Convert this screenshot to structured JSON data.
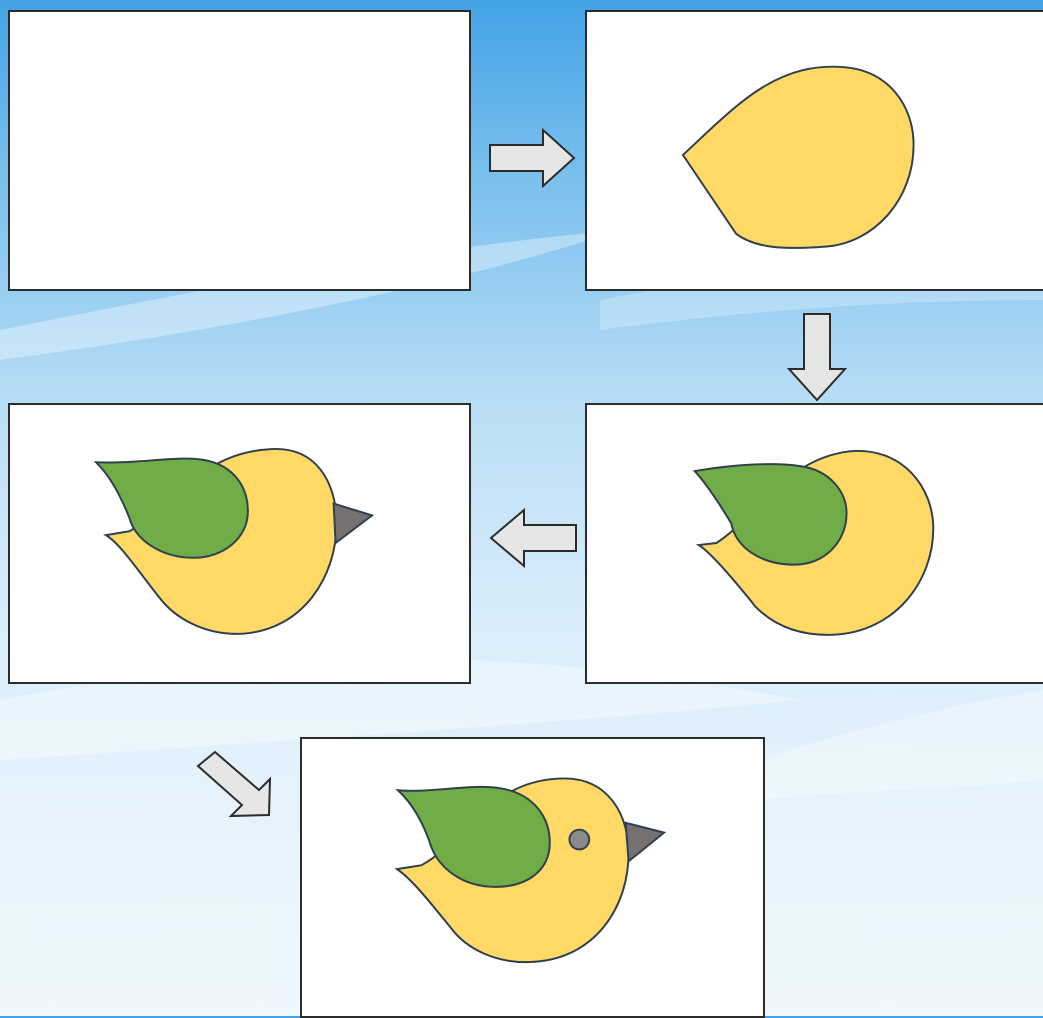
{
  "colors": {
    "sky_top": "#43a3e6",
    "sky_bottom": "#eef7fd",
    "panel_fill": "#ffffff",
    "panel_border": "#2c2c2c",
    "body": "#ffd966",
    "wing": "#70ad47",
    "beak": "#767171",
    "eye": "#8c8b8b",
    "outline": "#2f3f4f",
    "arrow_fill": "#e6e6e6",
    "arrow_stroke": "#2c2c2c"
  },
  "steps": [
    {
      "name": "empty-canvas",
      "shapes": []
    },
    {
      "name": "teardrop-body",
      "shapes": [
        "body"
      ]
    },
    {
      "name": "body-with-wing-and-tail",
      "shapes": [
        "body",
        "wing"
      ]
    },
    {
      "name": "add-beak",
      "shapes": [
        "body",
        "wing",
        "beak"
      ]
    },
    {
      "name": "add-eye",
      "shapes": [
        "body",
        "wing",
        "beak",
        "eye"
      ]
    }
  ],
  "arrows": [
    {
      "name": "arrow-right",
      "direction": "right"
    },
    {
      "name": "arrow-down",
      "direction": "down"
    },
    {
      "name": "arrow-left",
      "direction": "left"
    },
    {
      "name": "arrow-down-right",
      "direction": "down-right"
    }
  ]
}
